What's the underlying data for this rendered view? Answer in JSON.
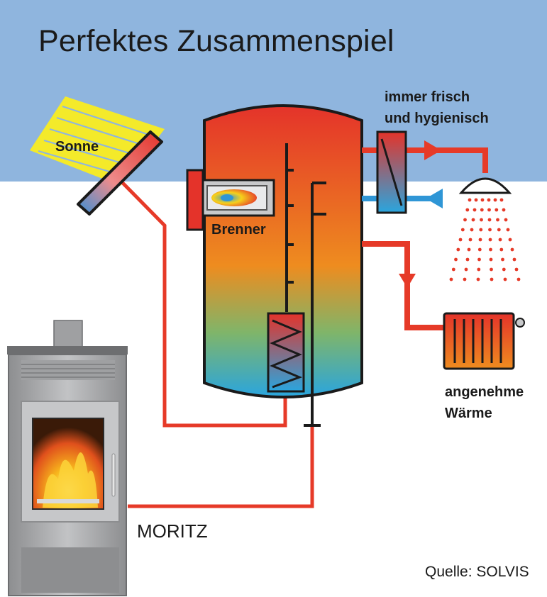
{
  "title": "Perfektes Zusammenspiel",
  "labels": {
    "sun": "Sonne",
    "fresh_line1": "immer frisch",
    "fresh_line2": "und hygienisch",
    "burner": "Brenner",
    "warmth_line1": "angenehme",
    "warmth_line2": "Wärme",
    "stove": "MORITZ",
    "source": "Quelle: SOLVIS"
  },
  "colors": {
    "sky": "#8fb5de",
    "pipe_hot": "#e63a28",
    "pipe_cold": "#2f96d6",
    "tank_top": "#e4332a",
    "tank_mid": "#ee8c1f",
    "tank_bottom": "#2aa5de",
    "sun_rays": "#f4ea2a",
    "stove_body": "#a9aaac",
    "outline": "#1a1a1a"
  },
  "icons": {
    "sun": "sun-rays-icon",
    "collector": "solar-collector-icon",
    "burner": "flame-burner-icon",
    "shower": "shower-head-icon",
    "radiator": "radiator-icon",
    "stove": "wood-stove-icon"
  }
}
